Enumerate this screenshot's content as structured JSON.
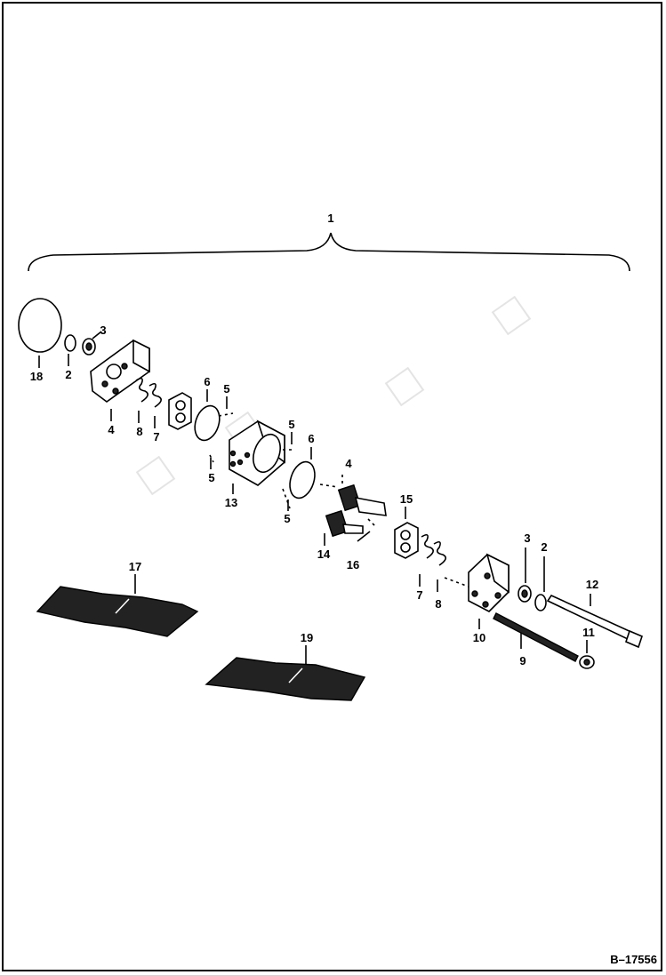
{
  "figure": {
    "code": "B–17556"
  },
  "labels": {
    "l1": "1",
    "l2a": "2",
    "l2b": "2",
    "l3a": "3",
    "l3b": "3",
    "l4a": "4",
    "l4b": "4",
    "l5a": "5",
    "l5b": "5",
    "l5c": "5",
    "l5d": "5",
    "l6a": "6",
    "l6b": "6",
    "l7a": "7",
    "l7b": "7",
    "l8a": "8",
    "l8b": "8",
    "l9": "9",
    "l10": "10",
    "l11": "11",
    "l12": "12",
    "l13": "13",
    "l14": "14",
    "l15": "15",
    "l16": "16",
    "l17": "17",
    "l18": "18",
    "l19": "19"
  },
  "colors": {
    "line": "#000000",
    "background": "#ffffff",
    "watermark": "#e4e4e4"
  }
}
